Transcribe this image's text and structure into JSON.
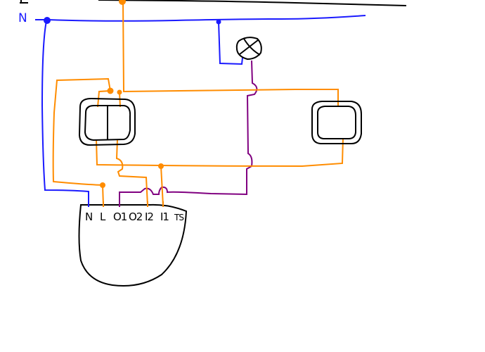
{
  "diagram": {
    "type": "hand-drawn wiring schematic",
    "colors": {
      "live": "#000000",
      "neutral": "#1a1aff",
      "switched_live": "#ff8c00",
      "lamp_output": "#800080",
      "outline": "#000000"
    },
    "lines": {
      "neutral_label": "N"
    },
    "components": {
      "lamp": {
        "name": "lamp",
        "symbol": "circle-with-cross"
      },
      "switch_left": {
        "name": "double rocker switch",
        "gangs": 2
      },
      "switch_right": {
        "name": "single rocker switch",
        "gangs": 1
      },
      "module": {
        "name": "relay module",
        "terminals": [
          "N",
          "L",
          "O1",
          "O2",
          "I2",
          "I1",
          "TS"
        ]
      }
    }
  }
}
